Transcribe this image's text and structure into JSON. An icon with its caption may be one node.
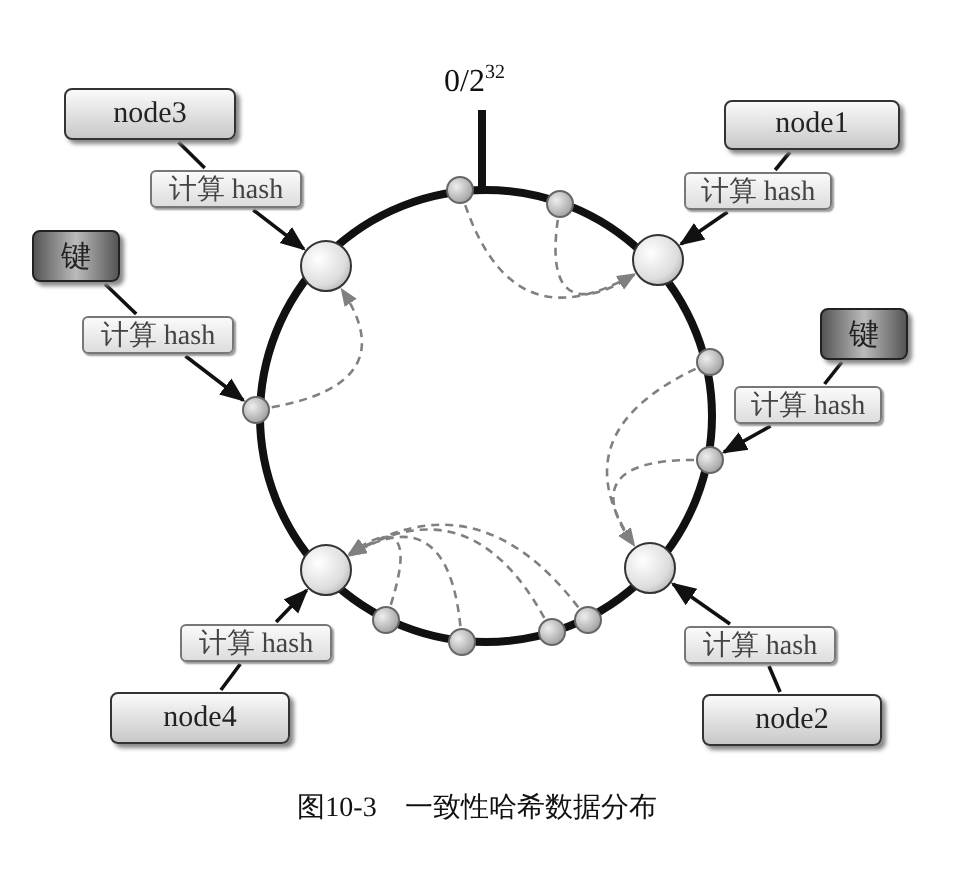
{
  "diagram": {
    "caption": "图10-3　一致性哈希数据分布",
    "nodes": [
      {
        "text": [
          "node3"
        ]
      },
      {
        "text": [
          "计算 hash"
        ]
      },
      {
        "text": [
          "键"
        ]
      },
      {
        "text": [
          "计算 hash"
        ]
      },
      {
        "text": [
          "node1"
        ]
      },
      {
        "text": [
          "计算 hash"
        ]
      },
      {
        "text": [
          "键"
        ]
      },
      {
        "text": [
          "计算 hash"
        ]
      },
      {
        "text": [
          "node4"
        ]
      },
      {
        "text": [
          "计算 hash"
        ]
      },
      {
        "text": [
          "node2"
        ]
      },
      {
        "text": [
          "计算 hash"
        ]
      },
      {
        "text": [],
        "shape": "circle"
      },
      {
        "text": [],
        "shape": "circle"
      },
      {
        "text": [],
        "shape": "circle"
      },
      {
        "text": [],
        "shape": "circle"
      },
      {
        "text": [],
        "shape": "circle"
      },
      {
        "text": [],
        "shape": "circle"
      },
      {
        "text": [],
        "shape": "circle"
      },
      {
        "text": [],
        "shape": "circle"
      },
      {
        "text": [],
        "shape": "circle"
      },
      {
        "text": [],
        "shape": "circle"
      },
      {
        "text": [],
        "shape": "circle"
      },
      {
        "text": [],
        "shape": "circle"
      },
      {
        "text": [],
        "shape": "circle"
      }
    ],
    "edges": [
      {
        "from": 0,
        "to": 1,
        "arrow": "none"
      },
      {
        "from": 1,
        "to": 12,
        "arrow": "to"
      },
      {
        "from": 2,
        "to": 3,
        "arrow": "none"
      },
      {
        "from": 3,
        "to": 20,
        "arrow": "to"
      },
      {
        "from": 4,
        "to": 5,
        "arrow": "none"
      },
      {
        "from": 5,
        "to": 13,
        "arrow": "to"
      },
      {
        "from": 6,
        "to": 7,
        "arrow": "none"
      },
      {
        "from": 7,
        "to": 19,
        "arrow": "to"
      },
      {
        "from": 8,
        "to": 9,
        "arrow": "none"
      },
      {
        "from": 9,
        "to": 15,
        "arrow": "to"
      },
      {
        "from": 10,
        "to": 11,
        "arrow": "none"
      },
      {
        "from": 11,
        "to": 14,
        "arrow": "to"
      },
      {
        "from": 16,
        "to": 13,
        "arrow": "to",
        "style": "dashed",
        "color": "#808080"
      },
      {
        "from": 17,
        "to": 13,
        "arrow": "to",
        "style": "dashed",
        "color": "#808080"
      },
      {
        "from": 18,
        "to": 14,
        "arrow": "to",
        "style": "dashed",
        "color": "#808080"
      },
      {
        "from": 19,
        "to": 14,
        "arrow": "to",
        "style": "dashed",
        "color": "#808080"
      },
      {
        "from": 20,
        "to": 12,
        "arrow": "to",
        "style": "dashed",
        "color": "#808080"
      },
      {
        "from": 21,
        "to": 15,
        "arrow": "to",
        "style": "dashed",
        "color": "#808080"
      },
      {
        "from": 22,
        "to": 15,
        "arrow": "to",
        "style": "dashed",
        "color": "#808080"
      },
      {
        "from": 23,
        "to": 15,
        "arrow": "to",
        "style": "dashed",
        "color": "#808080"
      },
      {
        "from": 24,
        "to": 15,
        "arrow": "to",
        "style": "dashed",
        "color": "#808080"
      }
    ],
    "labels": [
      "0/2$^{32}$"
    ]
  }
}
